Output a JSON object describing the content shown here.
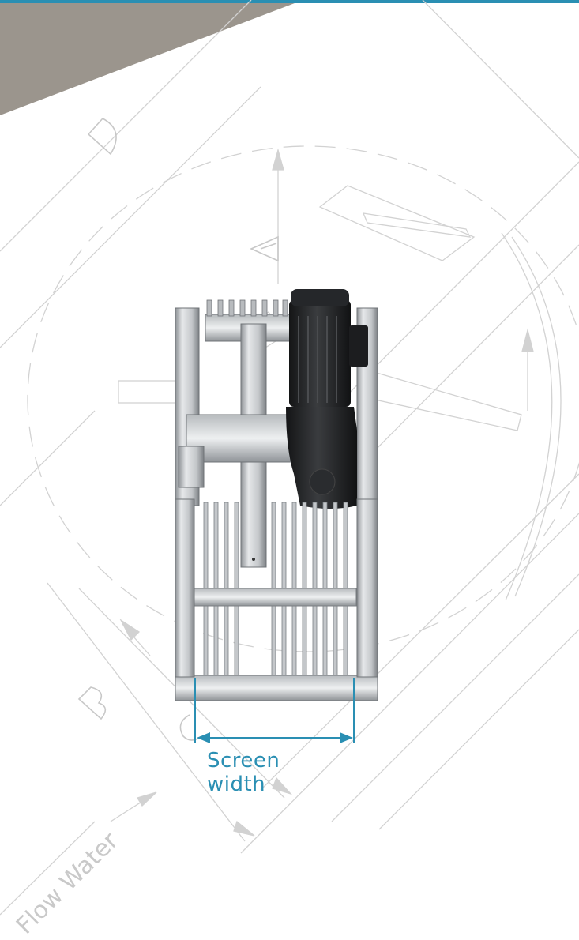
{
  "colors": {
    "top_bar": "#2a8fb3",
    "corner_shape": "#9b958d",
    "sketch_lines": "#cfcfcf",
    "dimension": "#2a8fb3",
    "steel": "#c9ccd0",
    "motor": "#1e1f21"
  },
  "labels": {
    "screen_width": "Screen width",
    "flow_water": "Flow Water",
    "letter_d": "D",
    "letter_a": "A",
    "letter_b": "B",
    "letter_c": "C"
  },
  "icons": {
    "dimension_arrow": "double-headed-arrow",
    "flow_arrow": "single-arrow"
  }
}
